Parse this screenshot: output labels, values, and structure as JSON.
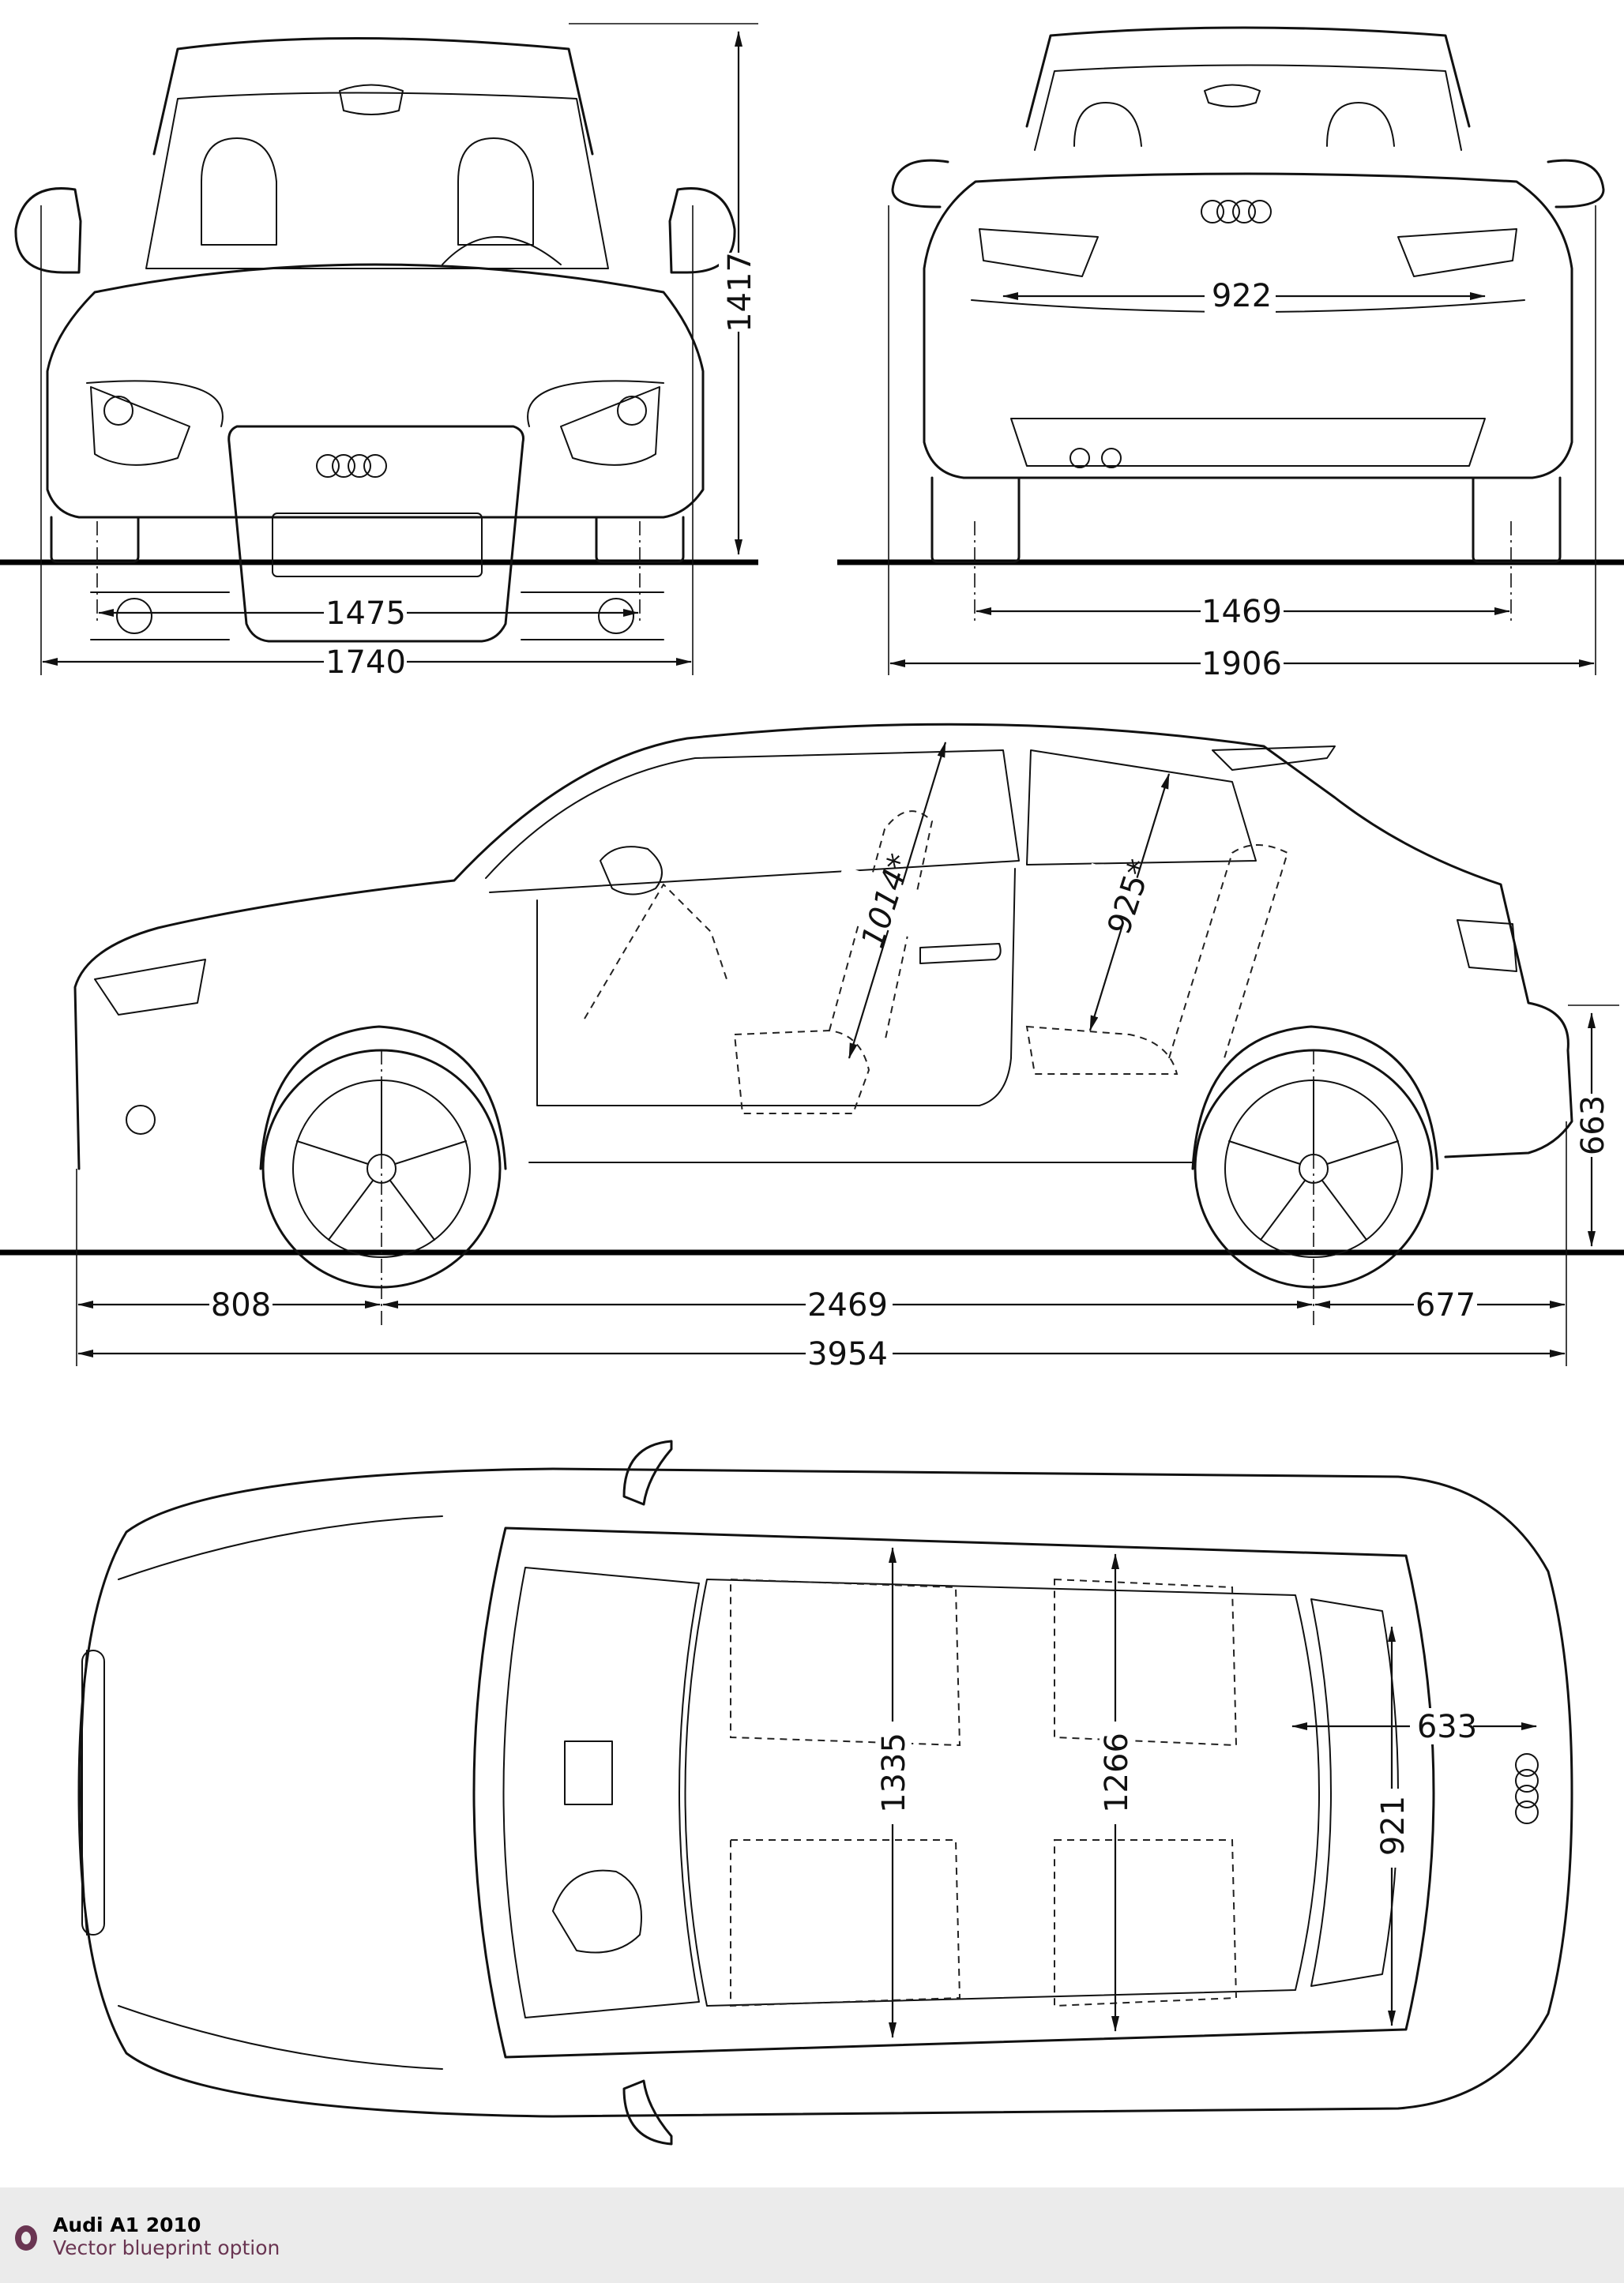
{
  "footer": {
    "title": "Audi A1 2010",
    "subtitle": "Vector blueprint option",
    "accent_color": "#6a3552",
    "icon": "ring-bullet-icon"
  },
  "views": {
    "front": {
      "name": "Front view",
      "dimensions": {
        "height": "1417",
        "track": "1475",
        "width": "1740"
      }
    },
    "rear": {
      "name": "Rear view",
      "dimensions": {
        "tailgate_width": "922",
        "track": "1469",
        "width_with_mirrors": "1906"
      }
    },
    "side": {
      "name": "Side view",
      "dimensions": {
        "front_headroom": "1014*",
        "rear_headroom": "925*",
        "load_sill_height": "663",
        "front_overhang": "808",
        "wheelbase": "2469",
        "rear_overhang": "677",
        "length": "3954"
      }
    },
    "top": {
      "name": "Top view",
      "dimensions": {
        "front_interior_width": "1335",
        "rear_interior_width": "1266",
        "boot_length": "633",
        "boot_width": "921"
      }
    }
  }
}
